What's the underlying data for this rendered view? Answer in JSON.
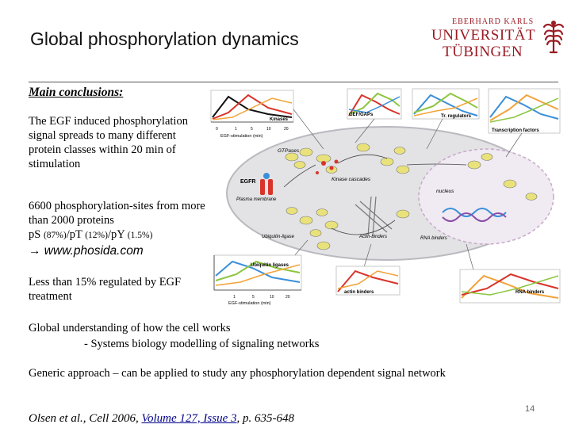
{
  "slide": {
    "title": "Global phosphorylation dynamics",
    "number": "14"
  },
  "logo": {
    "line1": "EBERHARD KARLS",
    "line2": "UNIVERSITÄT",
    "line3": "TÜBINGEN"
  },
  "conclusions": {
    "heading": "Main conclusions:",
    "point1": "The EGF induced phosphorylation signal spreads to many different protein classes within 20 min of stimulation",
    "point2_main": "6600 phosphorylation-sites from more than 2000 proteins",
    "point2_ratio_pS": "pS",
    "point2_ratio_pS_pct": "(87%)",
    "point2_ratio_pT": "/pT",
    "point2_ratio_pT_pct": "(12%)",
    "point2_ratio_pY": "/pY",
    "point2_ratio_pY_pct": "(1.5%)",
    "link": "→ www.phosida.com",
    "point3": "Less than 15% regulated by EGF treatment"
  },
  "understanding": {
    "line1": "Global understanding of how the cell works",
    "line2": "- Systems biology modelling of signaling networks"
  },
  "generic": "Generic approach – can be applied to study any phosphorylation dependent signal network",
  "citation": {
    "prefix": "Olsen et al., Cell 2006, ",
    "link": "Volume 127, Issue 3",
    "suffix": ", p. 635-648"
  },
  "figure": {
    "labels": {
      "kinases": "Kinases",
      "gef_gaps": "GEF/GAPs",
      "tr_regulators": "Tr. regulators",
      "transcription_factors": "Transcription factors",
      "gtpases": "GTPases",
      "kinase_cascades": "Kinase cascades",
      "egfr": "EGFR",
      "plasma_membrane": "Plasma membrane",
      "nucleus": "nucleus",
      "ubiquitin_ligase_inner": "Ubiquitin-ligase",
      "actin_binders_inner": "Actin-binders",
      "rna_binders_inner": "RNA binders",
      "ubiquitin_ligases": "Ubiquitin ligases",
      "actin_binders": "actin binders",
      "rna_binders": "RNA binders",
      "egf_time_top": "EGF-stimulation (min)",
      "egf_time_bottom": "EGF-stimulation (min)"
    },
    "colors": {
      "black": "#111111",
      "red": "#d8342a",
      "orange": "#f2a33a",
      "green": "#8cc63f",
      "blue": "#3a8fd9",
      "cell_fill": "#e3e3e6",
      "nucleus_fill": "#f0eaf2"
    }
  }
}
